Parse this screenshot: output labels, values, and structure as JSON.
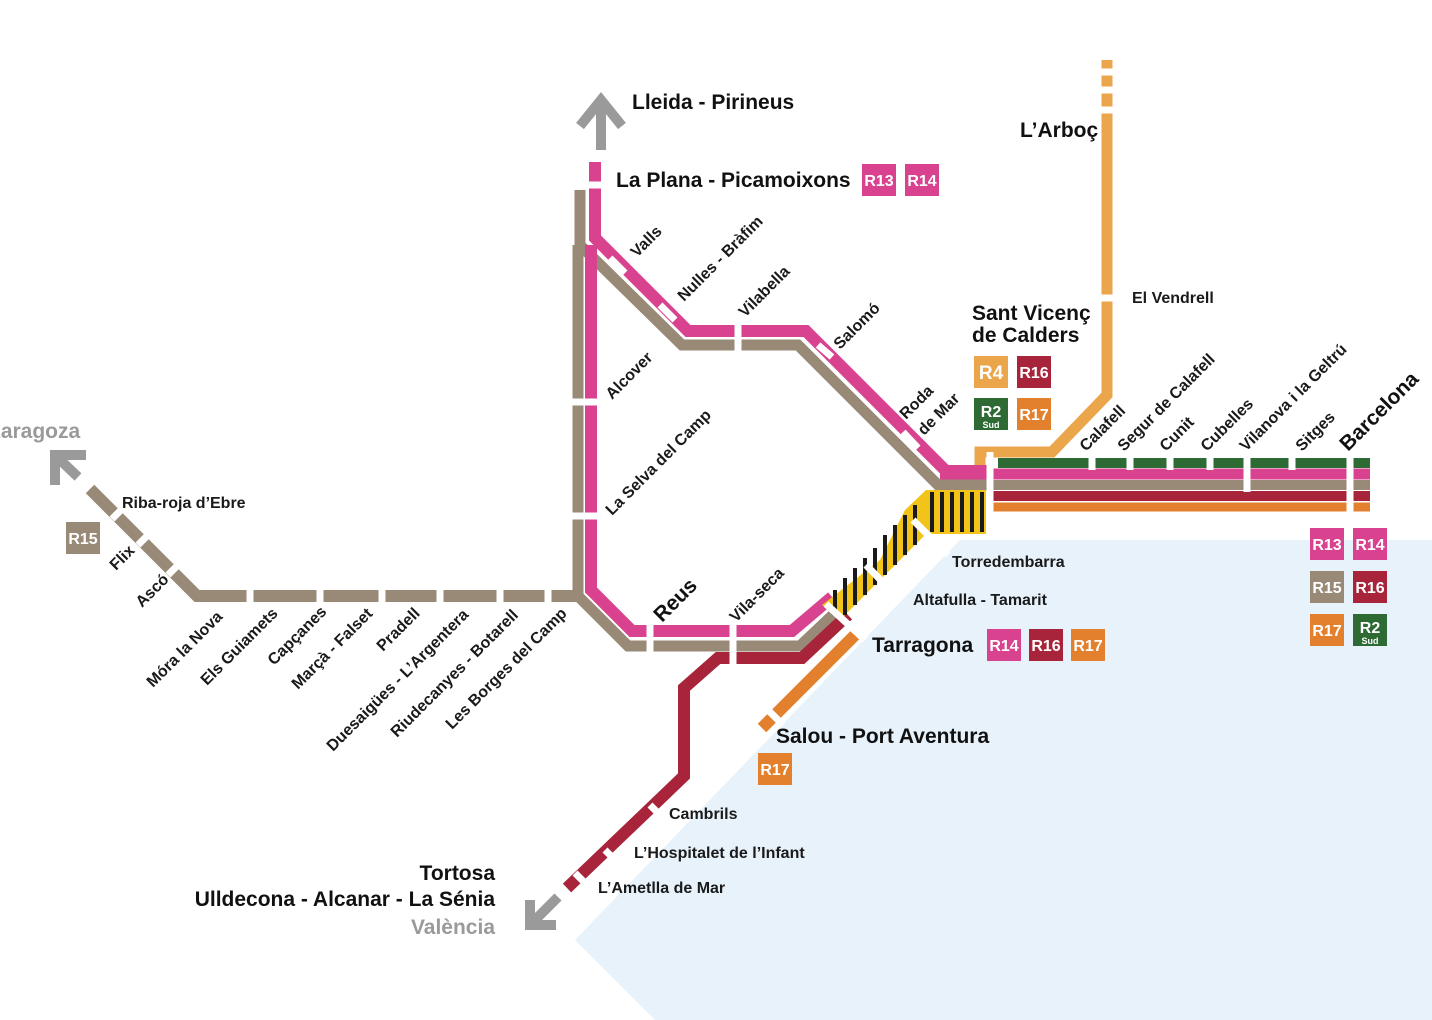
{
  "colors": {
    "R13": "#d9428f",
    "R14": "#d9428f",
    "R15": "#988a76",
    "R16": "#a8243a",
    "R17": "#e3802e",
    "R4": "#eba64b",
    "R2Sud": "#2d6a34",
    "sea": "#e7f2fb",
    "grey_arrow": "#9a9a9a"
  },
  "destinations": {
    "lleida": "Lleida - Pirineus",
    "zaragoza": "Zaragoza",
    "tortosa": "Tortosa",
    "ulldecona": "Ulldecona - Alcanar - La Sénia",
    "valencia": "València",
    "barcelona": "Barcelona"
  },
  "stations": {
    "la_plana": "La Plana - Picamoixons",
    "larboc": "L’Arboç",
    "el_vendrell": "El Vendrell",
    "sant_vicenc_1": "Sant Vicenç",
    "sant_vicenc_2": "de Calders",
    "valls": "Valls",
    "nulles": "Nulles - Bràfim",
    "vilabella": "Vilabella",
    "salomo": "Salomó",
    "roda_1": "Roda",
    "roda_2": "de Mar",
    "calafell": "Calafell",
    "segur": "Segur de Calafell",
    "cunit": "Cunit",
    "cubelles": "Cubelles",
    "vilanova": "Vilanova i la Geltrú",
    "sitges": "Sitges",
    "alcover": "Alcover",
    "la_selva": "La Selva del Camp",
    "reus": "Reus",
    "vila_seca": "Vila-seca",
    "torredembarra": "Torredembarra",
    "altafulla": "Altafulla - Tamarit",
    "tarragona": "Tarragona",
    "salou": "Salou - Port Aventura",
    "cambrils": "Cambrils",
    "hospitalet": "L’Hospitalet de l’Infant",
    "ametlla": "L’Ametlla de Mar",
    "riba_roja": "Riba-roja d’Ebre",
    "flix": "Flix",
    "asco": "Ascó",
    "mora": "Móra la Nova",
    "guiamets": "Els Guiamets",
    "capcanes": "Capçanes",
    "marca": "Marçà - Falset",
    "pradell": "Pradell",
    "duesaigues": "Duesaigües - L’Argentera",
    "riudecanyes": "Riudecanyes - Botarell",
    "borges": "Les Borges del Camp"
  },
  "lines": {
    "R13": "R13",
    "R14": "R14",
    "R15": "R15",
    "R16": "R16",
    "R17": "R17",
    "R4": "R4",
    "R2": "R2",
    "sud": "Sud"
  }
}
